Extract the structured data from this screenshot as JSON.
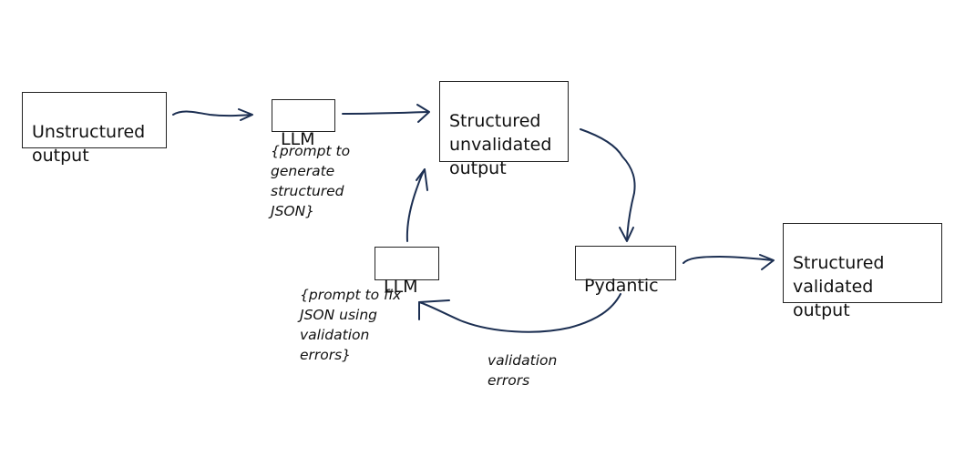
{
  "diagram": {
    "stroke_color": "#1c2f52",
    "box_border_color": "#222222",
    "nodes": {
      "unstructured_output": "Unstructured\noutput",
      "llm_generate": "LLM",
      "structured_unvalidated": "Structured\nunvalidated\noutput",
      "pydantic": "Pydantic",
      "structured_validated": "Structured\nvalidated\noutput",
      "llm_fix": "LLM"
    },
    "notes": {
      "generate_prompt": "{prompt to\ngenerate\nstructured\nJSON}",
      "fix_prompt": "{prompt to fix\nJSON using\nvalidation\nerrors}",
      "validation_errors": "validation\nerrors"
    }
  }
}
